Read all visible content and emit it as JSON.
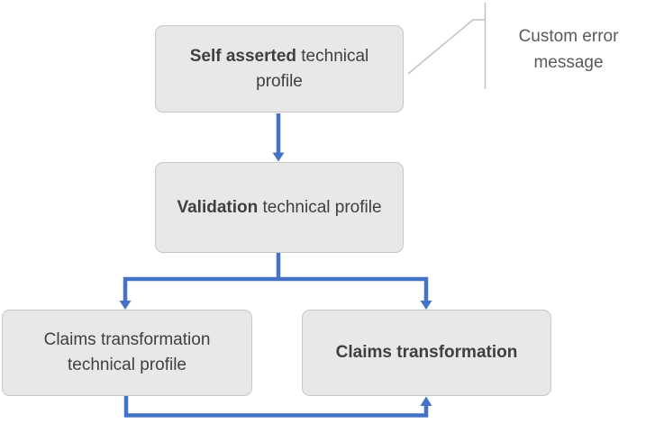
{
  "colors": {
    "arrow_blue": "#4472C4",
    "box_fill": "#E8E8E8",
    "box_border": "#C6C6C6",
    "box_text": "#3F3F3F",
    "callout_line": "#C0C0C0",
    "callout_text": "#595959",
    "background": "#FFFFFF"
  },
  "nodes": {
    "self_asserted": {
      "bold": "Self asserted",
      "rest": " technical profile"
    },
    "validation": {
      "bold": "Validation",
      "rest": " technical profile"
    },
    "claims_transformation_tp": {
      "text": "Claims transformation technical profile"
    },
    "claims_transformation": {
      "text": "Claims transformation"
    }
  },
  "callout": {
    "text": "Custom error message"
  },
  "edges": [
    {
      "from": "self_asserted",
      "to": "validation"
    },
    {
      "from": "validation",
      "to": "claims_transformation_tp"
    },
    {
      "from": "validation",
      "to": "claims_transformation"
    },
    {
      "from": "claims_transformation_tp",
      "to": "claims_transformation"
    }
  ]
}
